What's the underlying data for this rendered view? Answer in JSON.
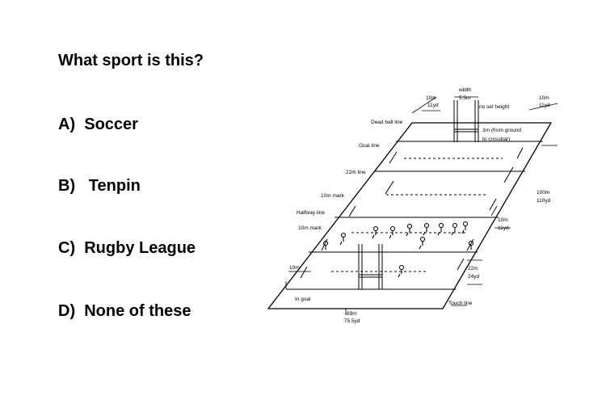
{
  "question": "What sport is this?",
  "options": [
    {
      "letter": "A)",
      "text": "Soccer"
    },
    {
      "letter": "B)",
      "text": " Tenpin"
    },
    {
      "letter": "C)",
      "text": "Rugby League"
    },
    {
      "letter": "D)",
      "text": "None of these"
    }
  ],
  "diagram": {
    "labels": {
      "dead_ball_line": "Dead ball line",
      "goal_line": "Goal line",
      "line_22m": "22m line",
      "mark_10m": "10m mark",
      "halfway_line": "Halfway line",
      "mark_10m_lower": "10m mark",
      "ten_m_left": "10m",
      "in_goal": "In goal",
      "width_69m": "69m",
      "width_755yd": "75.5yd",
      "touch_line": "Touch line",
      "top_10m": "10m",
      "top_11yd": "11yd",
      "post_width": "width",
      "post_width_val": "5.5m",
      "no_set_height": "no set height",
      "crossbar_3m": "3m (from ground",
      "crossbar_3m_b": "to crossbar)",
      "right_10m": "10m",
      "right_11yd": "11yd",
      "length_100m": "100m",
      "length_110yd": "110yd",
      "mid_10m": "10m",
      "mid_11yd": "11yd",
      "r22m": "22m",
      "r24yd": "24yd"
    }
  }
}
